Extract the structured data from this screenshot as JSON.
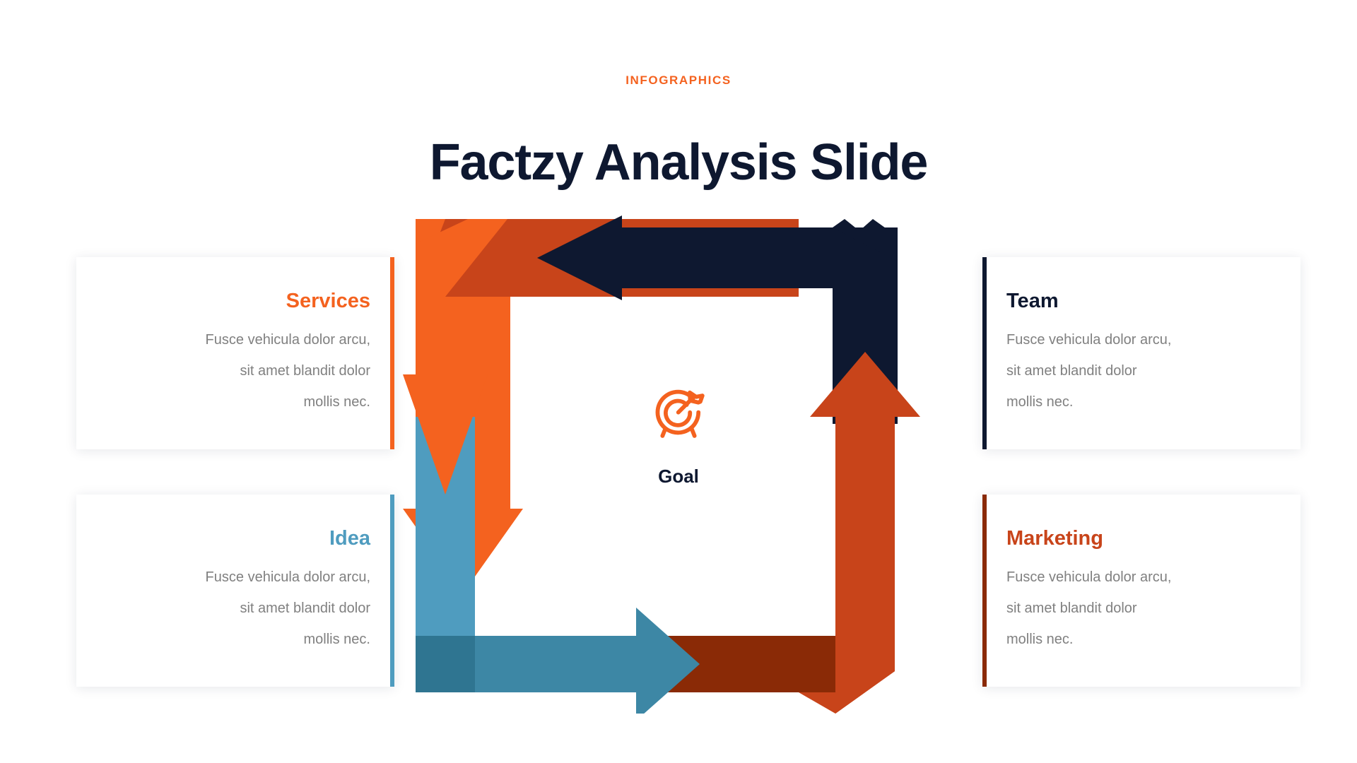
{
  "header": {
    "eyebrow": "INFOGRAPHICS",
    "title": "Factzy Analysis Slide"
  },
  "center": {
    "icon": "target-goal-icon",
    "label": "Goal",
    "icon_color": "#F4621F",
    "label_color": "#0E1830"
  },
  "cards": [
    {
      "id": "services",
      "title": "Services",
      "body": "Fusce vehicula dolor arcu, sit amet blandit dolor mollis nec.",
      "body_lines": [
        "Fusce vehicula dolor arcu,",
        "sit amet blandit dolor",
        "mollis nec."
      ],
      "accent": "#F4621F",
      "title_color": "#F4621F",
      "align": "right",
      "position": "top-left"
    },
    {
      "id": "idea",
      "title": "Idea",
      "body": "Fusce vehicula dolor arcu, sit amet blandit dolor mollis nec.",
      "body_lines": [
        "Fusce vehicula dolor arcu,",
        "sit amet blandit dolor",
        "mollis nec."
      ],
      "accent": "#4F9CBF",
      "title_color": "#4F9CBF",
      "align": "right",
      "position": "bottom-left"
    },
    {
      "id": "team",
      "title": "Team",
      "body": "Fusce vehicula dolor arcu, sit amet blandit dolor mollis nec.",
      "body_lines": [
        "Fusce vehicula dolor arcu,",
        "sit amet blandit dolor",
        "mollis nec."
      ],
      "accent": "#0E1830",
      "title_color": "#0E1830",
      "align": "left",
      "position": "top-right"
    },
    {
      "id": "marketing",
      "title": "Marketing",
      "body": "Fusce vehicula dolor arcu, sit amet blandit dolor mollis nec.",
      "body_lines": [
        "Fusce vehicula dolor arcu,",
        "sit amet blandit dolor",
        "mollis nec."
      ],
      "accent": "#8A2A06",
      "title_color": "#C8441A",
      "align": "left",
      "position": "bottom-right"
    }
  ],
  "cycle_arrows": [
    {
      "name": "top-arrow",
      "direction": "left",
      "color": "#0E1830",
      "links": "team"
    },
    {
      "name": "left-arrow",
      "direction": "down",
      "color": "#F4621F",
      "links": "services"
    },
    {
      "name": "bottom-arrow",
      "direction": "right",
      "color": "#3D87A5",
      "links": "idea"
    },
    {
      "name": "right-arrow",
      "direction": "up",
      "color": "#C8441A",
      "links": "marketing"
    }
  ],
  "palette": {
    "orange_bright": "#F4621F",
    "orange_dark": "#C8441A",
    "orange_deep": "#8A2A06",
    "navy": "#0E1830",
    "blue_light": "#4F9CBF",
    "blue_steel": "#3D87A5",
    "blue_deep": "#2F7591",
    "body_gray": "#808080",
    "background": "#FFFFFF"
  }
}
